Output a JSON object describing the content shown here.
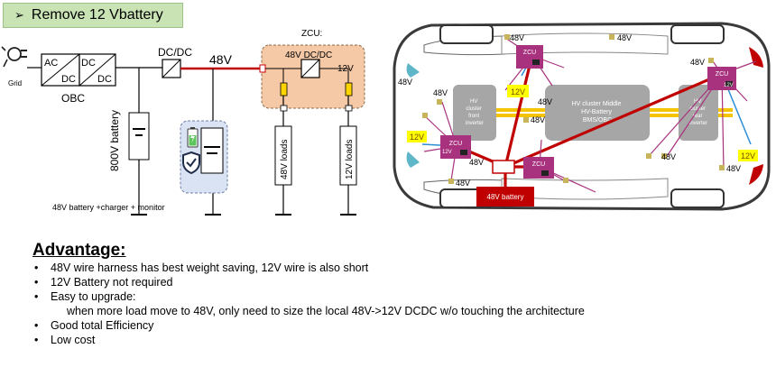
{
  "title": "Remove 12 Vbattery",
  "left_diagram": {
    "grid_label": "Grid",
    "obc_ac": "AC",
    "obc_dc": "DC",
    "obc_dc2_top": "DC",
    "obc_dc2_bottom": "DC",
    "obc_label": "OBC",
    "dcdc_label": "DC/DC",
    "bus_voltage": "48V",
    "battery_800": "800V battery",
    "battery_48_caption": "48V battery +charger + monitor",
    "zcu_title": "ZCU:",
    "zcu_dcdc": "48V DC/DC",
    "zcu_12v": "12V",
    "load_48": "48V loads",
    "load_12": "12V loads"
  },
  "car_diagram": {
    "hv_front": [
      "HV",
      "cluster",
      "front",
      "inverter"
    ],
    "hv_middle": [
      "HV cluster Middle",
      "HV-Battery",
      "BMS/OBC"
    ],
    "hv_rear": [
      "HV",
      "cluster",
      "rear",
      "inverter"
    ],
    "zcu": "ZCU",
    "v48": "48V",
    "v12": "12V",
    "battery_box": "48V battery"
  },
  "advantage": {
    "heading": "Advantage:",
    "items": [
      "48V wire harness has best weight saving, 12V wire is also short",
      "12V Battery not required",
      "Easy to upgrade:",
      "when more load move to 48V, only need to size the local 48V->12V DCDC w/o touching the architecture",
      "Good total Efficiency",
      "Low cost"
    ]
  },
  "colors": {
    "title_bg": "#c9e3b5",
    "zcu_fill": "#f6c9a6",
    "zcu_module": "#a8327e",
    "hv_cluster": "#a6a6a6",
    "wire_red": "#c00000",
    "tag_yellow": "#ffff00",
    "tag_olive": "#c8b45a"
  }
}
